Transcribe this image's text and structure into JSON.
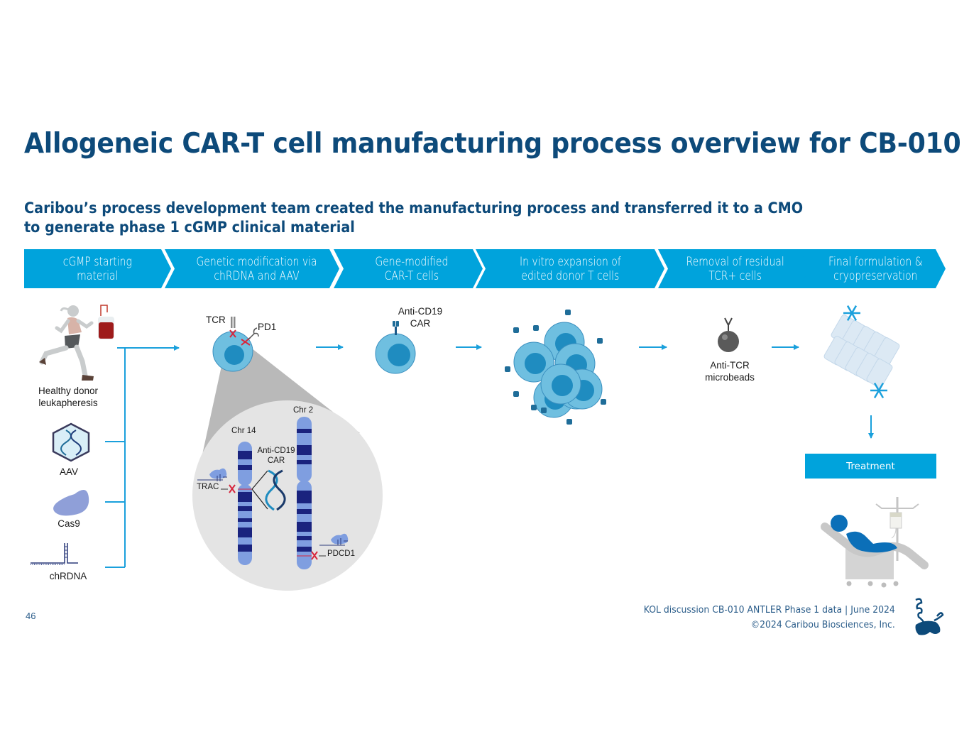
{
  "title": "Allogeneic CAR-T cell manufacturing process overview for CB-010",
  "subtitle": {
    "line1": "Caribou’s process development team created the manufacturing process and transferred it to a CMO",
    "line2": "to generate phase 1 cGMP clinical material"
  },
  "steps": [
    {
      "line1": "cGMP starting",
      "line2": "material"
    },
    {
      "line1": "Genetic modification via",
      "line2": "chRDNA and AAV"
    },
    {
      "line1": "Gene-modified",
      "line2": "CAR-T cells"
    },
    {
      "line1": "In vitro expansion of",
      "line2": "edited donor T cells"
    },
    {
      "line1": "Removal of residual",
      "line2": "TCR+ cells"
    },
    {
      "line1": "Final formulation &",
      "line2": "cryopreservation"
    }
  ],
  "inputs": {
    "donor": {
      "line1": "Healthy donor",
      "line2": "leukapheresis"
    },
    "aav": "AAV",
    "cas9": "Cas9",
    "chrdna": "chRDNA"
  },
  "edit": {
    "tcr": "TCR",
    "pd1": "PD1",
    "chr14": "Chr 14",
    "chr2": "Chr 2",
    "car_line1": "Anti-CD19",
    "car_line2": "CAR",
    "trac": "TRAC",
    "pdcd1": "PDCD1"
  },
  "car_cell": {
    "line1": "Anti-CD19",
    "line2": "CAR"
  },
  "microbeads": {
    "line1": "Anti-TCR",
    "line2": "microbeads"
  },
  "treatment": "Treatment",
  "page_number": "46",
  "footer": {
    "line1": "KOL discussion CB-010 ANTLER Phase 1 data | June 2024",
    "line2": "©2024 Caribou Biosciences, Inc."
  },
  "colors": {
    "brand_navy": "#0d4a7a",
    "chevron_blue": "#00a3dc",
    "cell_light": "#6fbfe0",
    "cell_nucleus": "#1f8cc0",
    "chromosome_light": "#7f9ee0",
    "chromosome_band": "#1a237e",
    "cut_red": "#e0303a"
  }
}
